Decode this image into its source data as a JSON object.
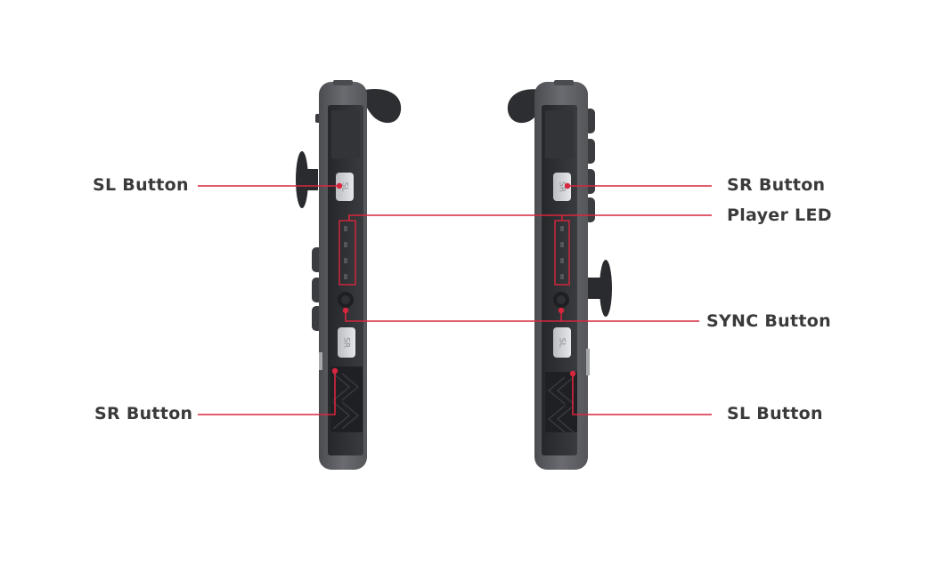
{
  "labels": {
    "left_top": "SL Button",
    "left_bottom": "SR Button",
    "right_top": "SR Button",
    "right_player_led": "Player LED",
    "right_sync": "SYNC Button",
    "right_bottom": "SL Button"
  },
  "button_glyphs": {
    "left_rail_top": "SL",
    "left_rail_bottom": "SR",
    "right_rail_top": "SR",
    "right_rail_bottom": "SL"
  },
  "colors": {
    "callout": "#d7263d",
    "controller_body": "#5f6064",
    "rail": "#2f3033",
    "text": "#3a3a3a"
  }
}
